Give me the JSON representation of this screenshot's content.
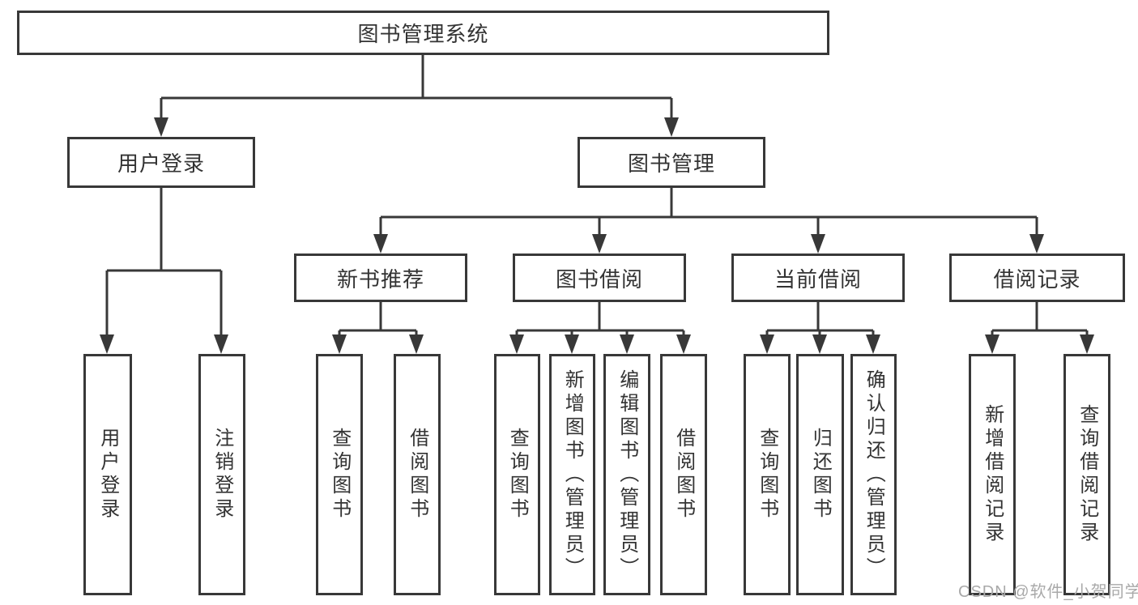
{
  "diagram": {
    "root": {
      "label": "图书管理系统"
    },
    "level2": {
      "user_login": {
        "label": "用户登录"
      },
      "book_management": {
        "label": "图书管理"
      }
    },
    "level3": {
      "new_book_recommend": {
        "label": "新书推荐"
      },
      "book_borrow": {
        "label": "图书借阅"
      },
      "current_borrow": {
        "label": "当前借阅"
      },
      "borrow_records": {
        "label": "借阅记录"
      }
    },
    "leaves": {
      "user_login": [
        "用户登录",
        "注销登录"
      ],
      "new_book_recommend": [
        "查询图书",
        "借阅图书"
      ],
      "book_borrow": [
        "查询图书",
        "新增图书（管理员）",
        "编辑图书（管理员）",
        "借阅图书"
      ],
      "current_borrow": [
        "查询图书",
        "归还图书",
        "确认归还（管理员）"
      ],
      "borrow_records": [
        "新增借阅记录",
        "查询借阅记录"
      ]
    }
  },
  "watermark": {
    "text": "CSDN @软件_小贺同学"
  },
  "colors": {
    "line": "#383838",
    "text": "#333333",
    "watermark": "#a9a9a9",
    "background": "#ffffff"
  }
}
